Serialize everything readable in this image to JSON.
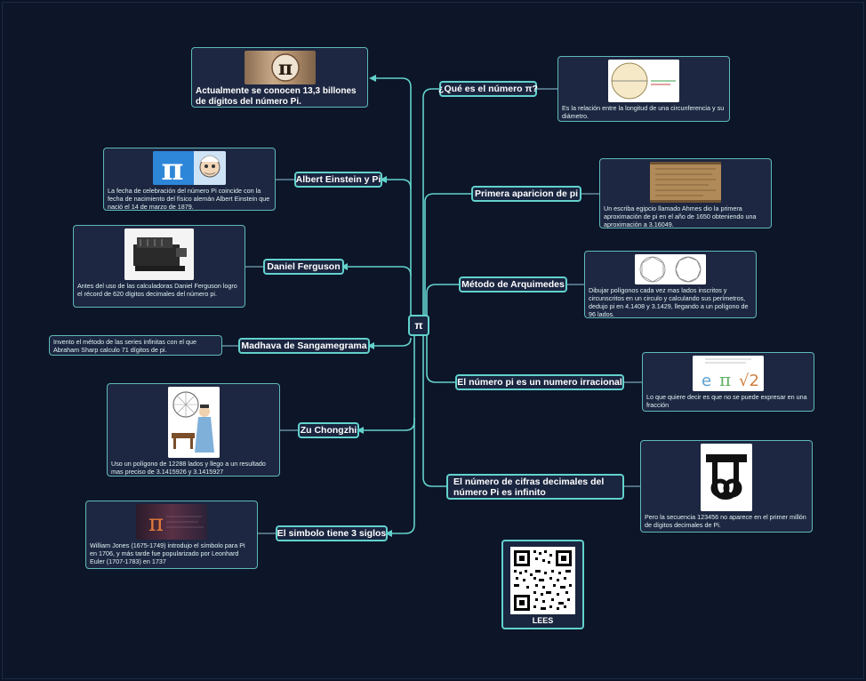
{
  "center": {
    "label": "π"
  },
  "topics": {
    "que_es": "¿Qué es el número π?",
    "primera": "Primera aparicion de pi",
    "arquimedes": "Método de Arquimedes",
    "irracional": "El número pi es un numero irracional",
    "cifras": "El número de cifras decimales del número Pi es infinito",
    "einstein": "Albert Einstein y Pi",
    "ferguson": "Daniel Ferguson",
    "madhava": "Madhava de Sangamegrama",
    "zu": "Zu Chongzhi",
    "simbolo": "El simbolo tiene 3 siglos"
  },
  "notes": {
    "billones": "Actualmente se conocen 13,3 billones de dígitos del número Pi.",
    "que_es": "Es la relación entre la longitud de una circunferencia y su diámetro.",
    "primera": "Un escriba egipcio llamado Ahmes dio la primera aproximación de pi en el año de 1650 obteniendo una aproximación a 3.16049.",
    "arquimedes": "Dibujar polígonos  cada vez mas lados inscritos y circunscritos en un circulo y calculando sus perímetros, dedujo pi en 4.1408 y 3.1429, llegando a un polígono de 96 lados.",
    "irracional": "Lo que quiere decir es que no se puede expresar en una fracción",
    "cifras": "Pero la secuencia 123456 no aparece en el primer millón de dígitos decimales de Pi.",
    "einstein": "La fecha de celebración del número Pi coincide con la fecha de nacimiento del físico alemán Albert Einstein que nació el 14 de marzo de 1879.",
    "ferguson": "Antes del uso de las calculadoras Daniel Ferguson logro el récord  de 620 dígitos decimales del número pi.",
    "madhava": "Invento el método de las series infinitas con el que Abraham Sharp calculo 71 dígitos de pi.",
    "zu": "Uso un polígono de 12288 lados y llego a un resultado mas preciso de 3.1415926 y 3.1415927",
    "simbolo": "William Jones (1675-1749) introdujo el símbolo para Pi en 1706, y más tarde fue popularizado por Leonhard Euler (1707-1783) en 1737"
  },
  "qr": {
    "label": "LEES"
  },
  "colors": {
    "background": "#0c1428",
    "accent": "#62d2cc",
    "node_fill": "#1a2540"
  }
}
